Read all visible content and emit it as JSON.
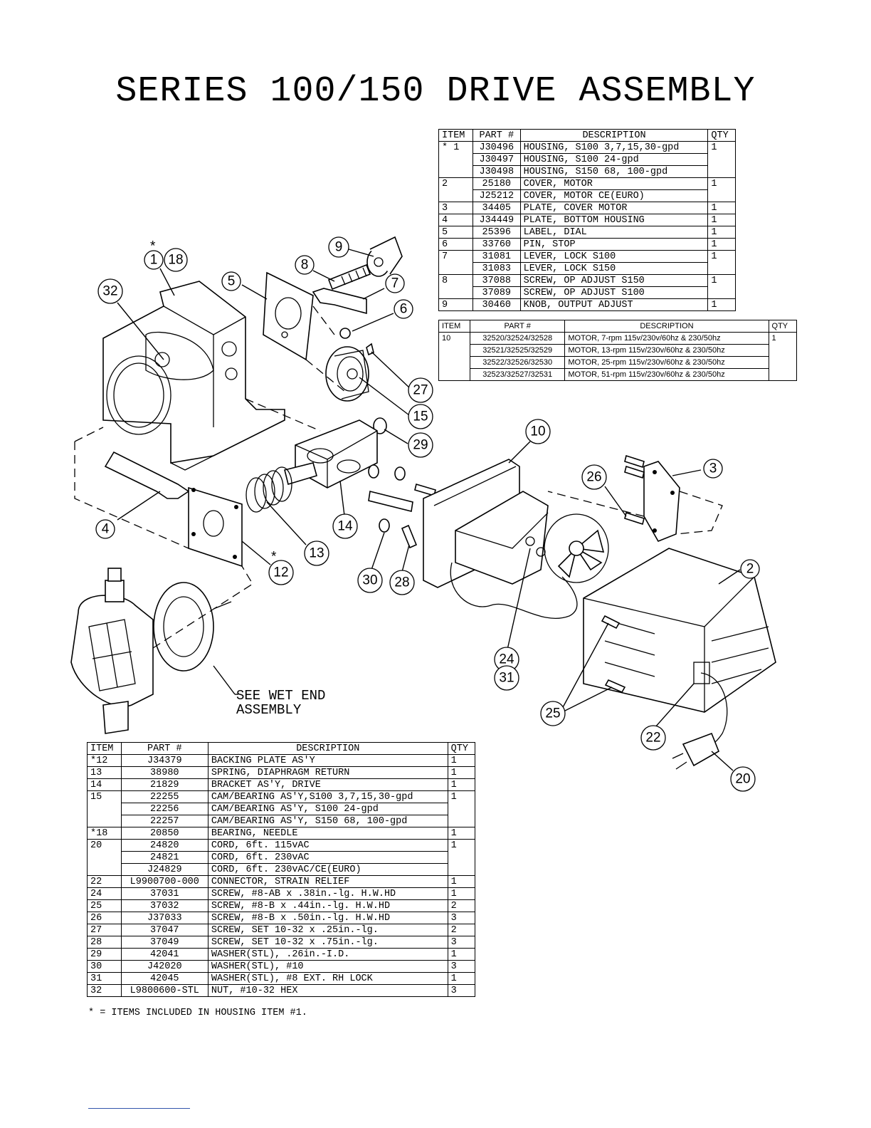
{
  "title": "SERIES 100/150 DRIVE ASSEMBLY",
  "top_table": {
    "headers": [
      "ITEM",
      "PART #",
      "DESCRIPTION",
      "QTY"
    ],
    "rows": [
      {
        "item": "* 1",
        "part": "J30496",
        "desc": "HOUSING, S100 3,7,15,30-gpd",
        "qty": "1"
      },
      {
        "item": "",
        "part": "J30497",
        "desc": "HOUSING, S100 24-gpd",
        "qty": ""
      },
      {
        "item": "",
        "part": "J30498",
        "desc": "HOUSING, S150 68, 100-gpd",
        "qty": ""
      },
      {
        "item": "2",
        "part": "25180",
        "desc": "COVER, MOTOR",
        "qty": "1"
      },
      {
        "item": "",
        "part": "J25212",
        "desc": "COVER, MOTOR CE(EURO)",
        "qty": ""
      },
      {
        "item": "3",
        "part": "34405",
        "desc": "PLATE, COVER MOTOR",
        "qty": "1"
      },
      {
        "item": "4",
        "part": "J34449",
        "desc": "PLATE, BOTTOM HOUSING",
        "qty": "1"
      },
      {
        "item": "5",
        "part": "25396",
        "desc": "LABEL, DIAL",
        "qty": "1"
      },
      {
        "item": "6",
        "part": "33760",
        "desc": "PIN, STOP",
        "qty": "1"
      },
      {
        "item": "7",
        "part": "31081",
        "desc": "LEVER, LOCK S100",
        "qty": "1"
      },
      {
        "item": "",
        "part": "31083",
        "desc": "LEVER, LOCK S150",
        "qty": ""
      },
      {
        "item": "8",
        "part": "37088",
        "desc": "SCREW, OP ADJUST S150",
        "qty": "1"
      },
      {
        "item": "",
        "part": "37089",
        "desc": "SCREW, OP ADJUST S100",
        "qty": ""
      },
      {
        "item": "9",
        "part": "30460",
        "desc": "KNOB, OUTPUT ADJUST",
        "qty": "1"
      }
    ]
  },
  "motor_table": {
    "headers": [
      "ITEM",
      "PART #",
      "DESCRIPTION",
      "QTY"
    ],
    "rows": [
      {
        "item": "10",
        "part": "32520/32524/32528",
        "desc": "MOTOR,  7-rpm 115v/230v/60hz & 230/50hz",
        "qty": "1"
      },
      {
        "item": "",
        "part": "32521/32525/32529",
        "desc": "MOTOR, 13-rpm 115v/230v/60hz & 230/50hz",
        "qty": ""
      },
      {
        "item": "",
        "part": "32522/32526/32530",
        "desc": "MOTOR, 25-rpm 115v/230v/60hz & 230/50hz",
        "qty": ""
      },
      {
        "item": "",
        "part": "32523/32527/32531",
        "desc": "MOTOR, 51-rpm 115v/230v/60hz & 230/50hz",
        "qty": ""
      }
    ]
  },
  "bottom_table": {
    "headers": [
      "ITEM",
      "PART #",
      "DESCRIPTION",
      "QTY"
    ],
    "rows": [
      {
        "item": "*12",
        "part": "J34379",
        "desc": "BACKING PLATE AS'Y",
        "qty": "1"
      },
      {
        "item": "13",
        "part": "38980",
        "desc": "SPRING, DIAPHRAGM RETURN",
        "qty": "1"
      },
      {
        "item": "14",
        "part": "21829",
        "desc": "BRACKET AS'Y, DRIVE",
        "qty": "1"
      },
      {
        "item": "15",
        "part": "22255",
        "desc": "CAM/BEARING AS'Y,S100 3,7,15,30-gpd",
        "qty": "1"
      },
      {
        "item": "",
        "part": "22256",
        "desc": "CAM/BEARING AS'Y, S100 24-gpd",
        "qty": ""
      },
      {
        "item": "",
        "part": "22257",
        "desc": "CAM/BEARING AS'Y, S150 68, 100-gpd",
        "qty": ""
      },
      {
        "item": "*18",
        "part": "20850",
        "desc": "BEARING, NEEDLE",
        "qty": "1"
      },
      {
        "item": "20",
        "part": "24820",
        "desc": "CORD, 6ft. 115vAC",
        "qty": "1"
      },
      {
        "item": "",
        "part": "24821",
        "desc": "CORD, 6ft. 230vAC",
        "qty": ""
      },
      {
        "item": "",
        "part": "J24829",
        "desc": "CORD, 6ft. 230vAC/CE(EURO)",
        "qty": ""
      },
      {
        "item": "22",
        "part": "L9900700-000",
        "desc": " CONNECTOR, STRAIN RELIEF",
        "qty": "1"
      },
      {
        "item": "24",
        "part": "37031",
        "desc": "SCREW, #8-AB x .38in.-lg. H.W.HD",
        "qty": "1"
      },
      {
        "item": "25",
        "part": "37032",
        "desc": "SCREW, #8-B x .44in.-lg. H.W.HD",
        "qty": "2"
      },
      {
        "item": "26",
        "part": "J37033",
        "desc": "SCREW, #8-B x .50in.-lg. H.W.HD",
        "qty": "3"
      },
      {
        "item": "27",
        "part": "37047",
        "desc": "SCREW, SET 10-32 x .25in.-lg.",
        "qty": "2"
      },
      {
        "item": "28",
        "part": "37049",
        "desc": "SCREW, SET 10-32 x .75in.-lg.",
        "qty": "3"
      },
      {
        "item": "29",
        "part": "42041",
        "desc": "WASHER(STL), .26in.-I.D.",
        "qty": "1"
      },
      {
        "item": "30",
        "part": "J42020",
        "desc": "WASHER(STL), #10",
        "qty": "3"
      },
      {
        "item": "31",
        "part": "42045",
        "desc": "WASHER(STL), #8 EXT. RH LOCK",
        "qty": "1"
      },
      {
        "item": "32",
        "part": "L9800600-STL",
        "desc": "NUT, #10-32 HEX",
        "qty": "3"
      }
    ]
  },
  "footnote": "* = ITEMS INCLUDED IN HOUSING ITEM #1.",
  "diagram": {
    "see_wet_end_line1": "SEE WET END",
    "see_wet_end_line2": "ASSEMBLY",
    "asterisk": "*",
    "callouts": [
      "1",
      "18",
      "32",
      "5",
      "8",
      "9",
      "7",
      "6",
      "27",
      "15",
      "29",
      "10",
      "3",
      "26",
      "4",
      "14",
      "13",
      "12",
      "30",
      "28",
      "2",
      "24",
      "31",
      "25",
      "22",
      "20"
    ]
  }
}
